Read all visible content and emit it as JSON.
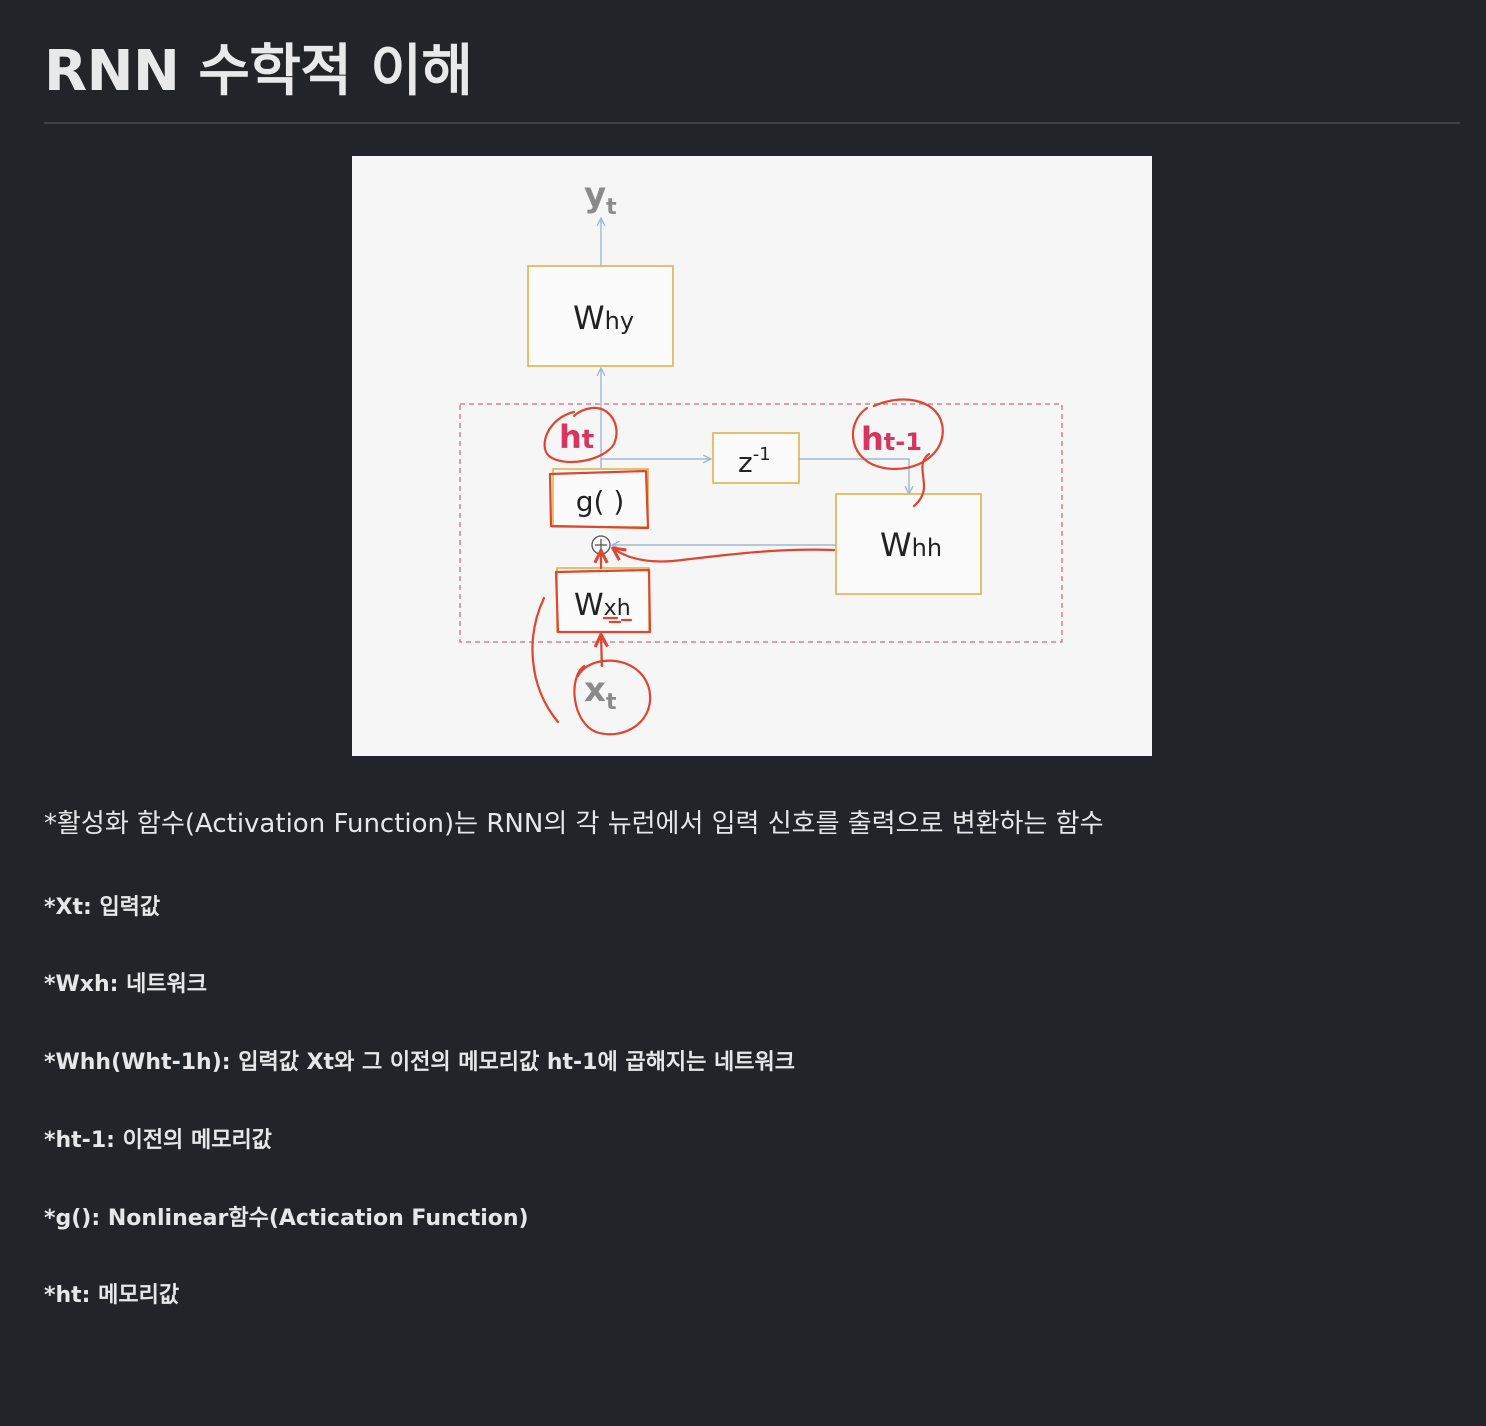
{
  "page": {
    "title": "RNN 수학적 이해"
  },
  "figure": {
    "labels": {
      "yt_main": "y",
      "yt_sub": "t",
      "why_main": "W",
      "why_sub": "hy",
      "ht_main": "h",
      "ht_sub": "t",
      "z_main": "z",
      "z_sup": "-1",
      "ht1_main": "h",
      "ht1_sub": "t-1",
      "g": "g( )",
      "whh_main": "W",
      "whh_sub": "hh",
      "wxh_main": "W",
      "wxh_sub": "xh",
      "xt_main": "x",
      "xt_sub": "t"
    },
    "colors": {
      "box_border": "#e2b24a",
      "arrow": "#9fb8d4",
      "annotation": "#e0452f",
      "dashed_region": "#d9687f",
      "highlight_text": "#d8345f",
      "io_text": "#8a8a8a"
    }
  },
  "content": {
    "intro": "*활성화 함수(Activation Function)는 RNN의 각 뉴런에서 입력 신호를 출력으로 변환하는 함수",
    "definitions": [
      "*Xt: 입력값",
      "*Wxh: 네트워크",
      "*Whh(Wht-1h): 입력값 Xt와 그 이전의 메모리값 ht-1에 곱해지는 네트워크",
      "*ht-1: 이전의 메모리값",
      "*g(): Nonlinear함수(Actication Function)",
      "*ht: 메모리값"
    ]
  }
}
